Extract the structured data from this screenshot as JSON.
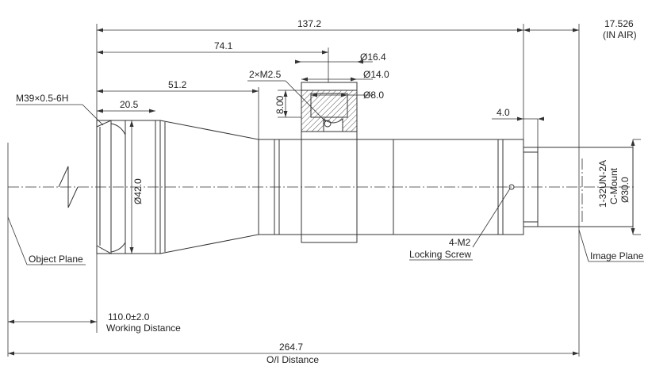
{
  "dimensions": {
    "overall_length": "137.2",
    "flange_in_air": "17.526",
    "flange_note": "(IN AIR)",
    "to_focus_ring": "74.1",
    "front_taper": "51.2",
    "front_barrel": "20.5",
    "thread_to_mount": "4.0",
    "front_diameter": "Ø42.0",
    "rear_diameter": "Ø30.0",
    "insert_d1": "Ø16.4",
    "insert_d2": "Ø14.0",
    "insert_d3": "Ø8.0",
    "insert_height": "8.00",
    "working_distance": "110.0±2.0",
    "oi_distance": "264.7"
  },
  "labels": {
    "front_thread": "M39×0.5-6H",
    "screw_holes": "2×M2.5",
    "locking_qty": "4-M2",
    "locking_screw": "Locking Screw",
    "mount_thread": "1-32UN-2A",
    "mount_type": "C-Mount",
    "object_plane": "Object Plane",
    "image_plane": "Image Plane",
    "working_distance_label": "Working Distance",
    "oi_distance_label": "O/I Distance"
  },
  "colors": {
    "line": "#333333",
    "text": "#222222",
    "background": "#ffffff"
  }
}
